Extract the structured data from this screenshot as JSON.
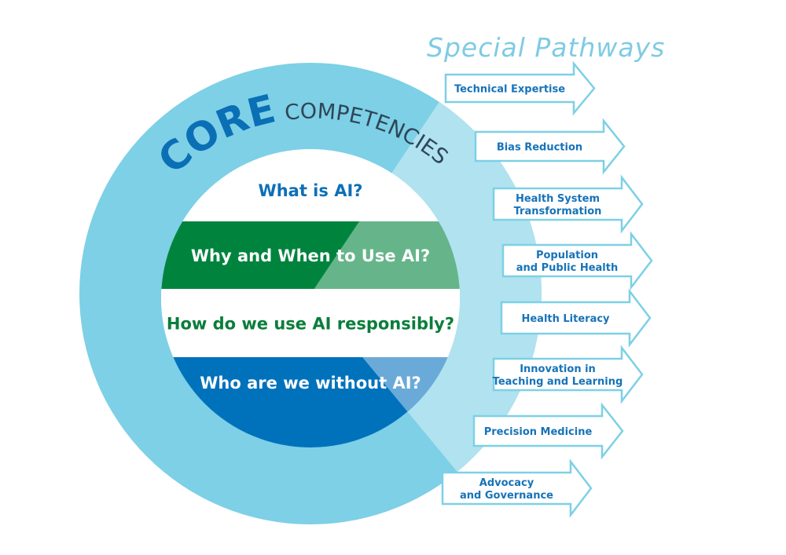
{
  "title": "Special Pathways",
  "core": {
    "word1": "CORE",
    "word2": "COMPETENCIES"
  },
  "bands": [
    {
      "label": "What is AI?",
      "text_color": "#0d6fb8",
      "color": "#ffffff",
      "light": "#ffffff"
    },
    {
      "label": "Why and When to Use AI?",
      "text_color": "#ffffff",
      "color": "#00843d",
      "light": "#66b58a"
    },
    {
      "label": "How do we use AI responsibly?",
      "text_color": "#0a7d3b",
      "color": "#ffffff",
      "light": "#ffffff"
    },
    {
      "label": "Who are we without AI?",
      "text_color": "#ffffff",
      "color": "#0072bc",
      "light": "#6aaad8"
    }
  ],
  "pathways": [
    {
      "lines": [
        "Technical Expertise"
      ]
    },
    {
      "lines": [
        "Bias Reduction"
      ]
    },
    {
      "lines": [
        "Health System",
        "Transformation"
      ]
    },
    {
      "lines": [
        "Population",
        "and Public Health"
      ]
    },
    {
      "lines": [
        "Health Literacy"
      ]
    },
    {
      "lines": [
        "Innovation in",
        "Teaching and Learning"
      ]
    },
    {
      "lines": [
        "Precision Medicine"
      ]
    },
    {
      "lines": [
        "Advocacy",
        "and Governance"
      ]
    }
  ],
  "colors": {
    "ring": "#7dd0e6",
    "ring_light": "#b0e2f0",
    "core": "#0b6fb6",
    "competencies": "#2e4658",
    "title": "#7fcbe3"
  }
}
